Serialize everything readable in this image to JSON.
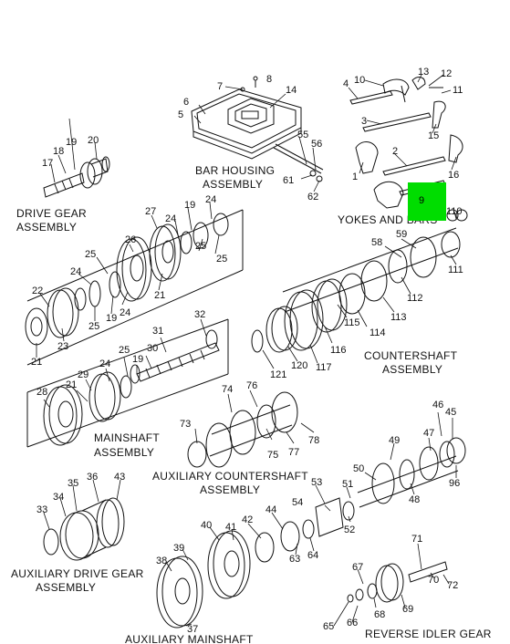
{
  "colors": {
    "highlight": "#00dd00",
    "ink": "#111111"
  },
  "assemblies": {
    "drive_gear": [
      "DRIVE GEAR",
      "ASSEMBLY"
    ],
    "bar_housing": [
      "BAR HOUSING",
      "ASSEMBLY"
    ],
    "yokes_and_bars": "YOKES AND BARS",
    "countershaft": [
      "COUNTERSHAFT",
      "ASSEMBLY"
    ],
    "mainshaft": [
      "MAINSHAFT",
      "ASSEMBLY"
    ],
    "aux_countershaft": [
      "AUXILIARY COUNTERSHAFT",
      "ASSEMBLY"
    ],
    "aux_drive_gear": [
      "AUXILIARY DRIVE GEAR",
      "ASSEMBLY"
    ],
    "aux_mainshaft": "AUXILIARY MAINSHAFT",
    "reverse_idler": "REVERSE IDLER GEAR"
  },
  "highlighted_part": "9",
  "callouts": {
    "c8": "8",
    "c7": "7",
    "c14": "14",
    "c6": "6",
    "c5": "5",
    "c55": "55",
    "c56": "56",
    "c61": "61",
    "c62": "62",
    "c10": "10",
    "c13": "13",
    "c12": "12",
    "c4": "4",
    "c11": "11",
    "c3": "3",
    "c15": "15",
    "c2": "2",
    "c1": "1",
    "c16": "16",
    "c110": "110",
    "c19a": "19",
    "c17": "17",
    "c18": "18",
    "c20": "20",
    "c27": "27",
    "c19b": "19",
    "c24a": "24",
    "c26": "26",
    "c24b": "24",
    "c25a": "25",
    "c25b": "25",
    "c24c": "24",
    "c21a": "21",
    "c22": "22",
    "c19c": "19",
    "c24d": "24",
    "c23": "23",
    "c25c": "25",
    "c21b": "21",
    "c58": "58",
    "c59": "59",
    "c111": "111",
    "c112": "112",
    "c113": "113",
    "c114": "114",
    "c115": "115",
    "c116": "116",
    "c117": "117",
    "c120": "120",
    "c121": "121",
    "c31": "31",
    "c32": "32",
    "c30": "30",
    "c25d": "25",
    "c19d": "19",
    "c24e": "24",
    "c21c": "21",
    "c29": "29",
    "c28": "28",
    "c74": "74",
    "c76": "76",
    "c73": "73",
    "c75": "75",
    "c77": "77",
    "c78": "78",
    "c46": "46",
    "c45": "45",
    "c47": "47",
    "c49": "49",
    "c50": "50",
    "c96": "96",
    "c48": "48",
    "c53": "53",
    "c51": "51",
    "c54": "54",
    "c52": "52",
    "c44": "44",
    "c42": "42",
    "c63": "63",
    "c64": "64",
    "c35": "35",
    "c36": "36",
    "c43": "43",
    "c34": "34",
    "c33": "33",
    "c40": "40",
    "c41": "41",
    "c39": "39",
    "c38": "38",
    "c37": "37",
    "c71": "71",
    "c67": "67",
    "c70": "70",
    "c72": "72",
    "c65": "65",
    "c66": "66",
    "c68": "68",
    "c69": "69"
  }
}
